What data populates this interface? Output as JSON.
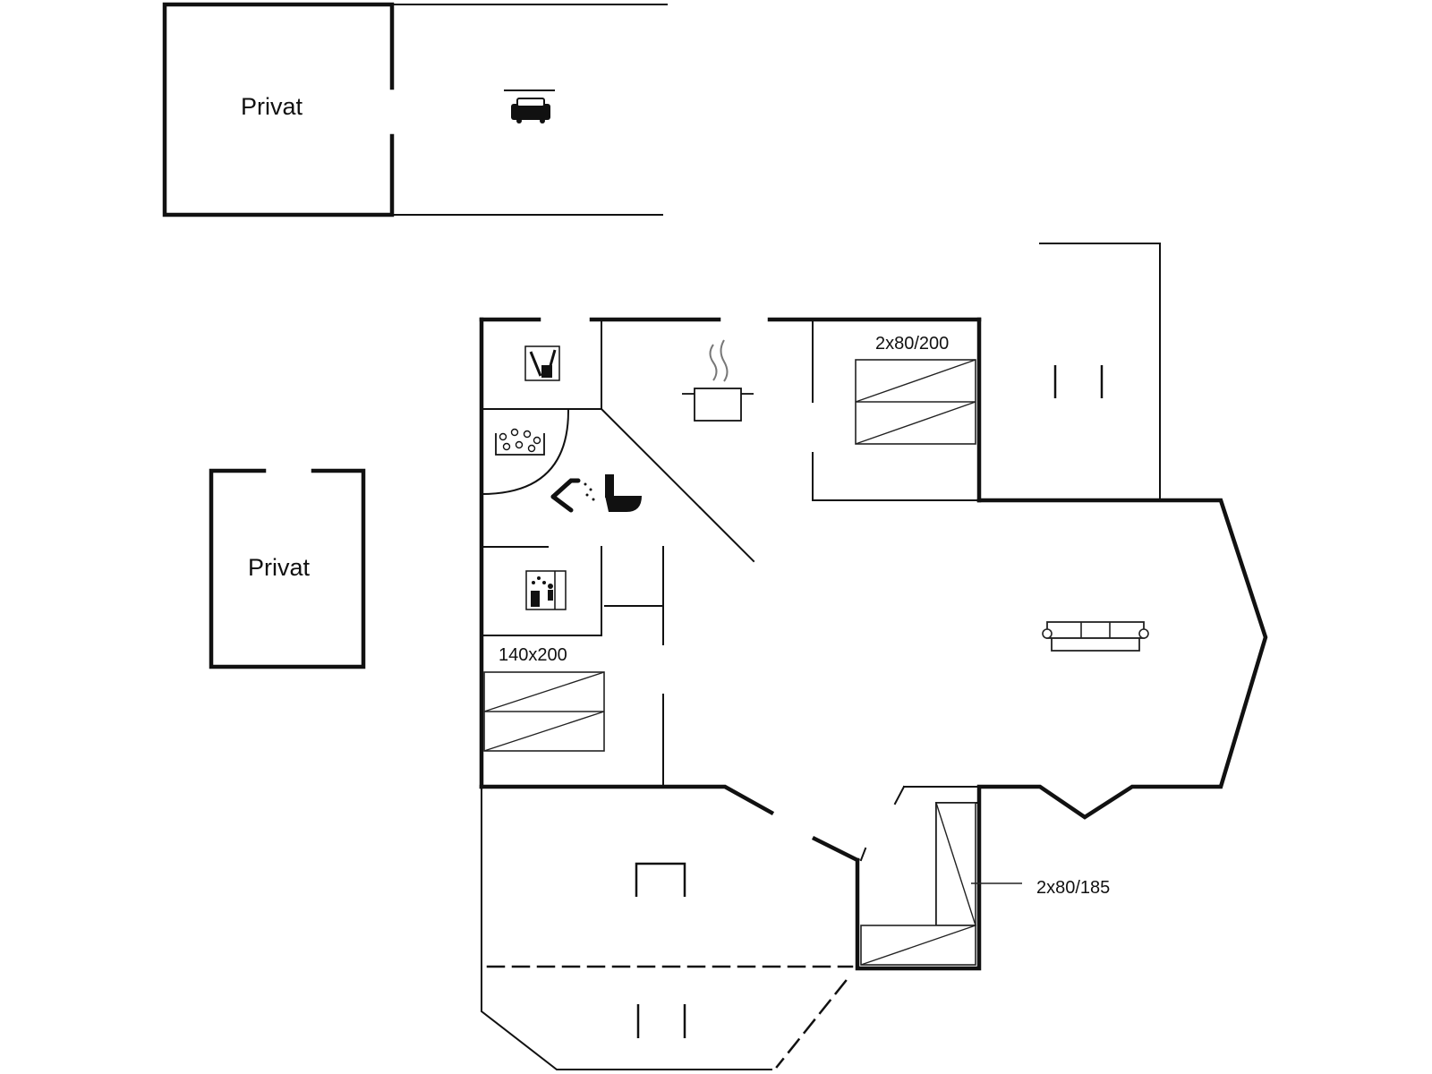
{
  "labels": {
    "private_top": "Privat",
    "private_left": "Privat",
    "bed_top_right": "2x80/200",
    "bed_left": "140x200",
    "bed_bottom_right": "2x80/185"
  },
  "icons": {
    "carport": "car-icon",
    "utility": "cleaning-supplies-icon",
    "kitchen": "cooking-pot-icon",
    "spa": "whirlpool-icon",
    "shower": "shower-icon",
    "toilet": "toilet-icon",
    "sauna": "sauna-icon",
    "living": "sofa-icon"
  }
}
